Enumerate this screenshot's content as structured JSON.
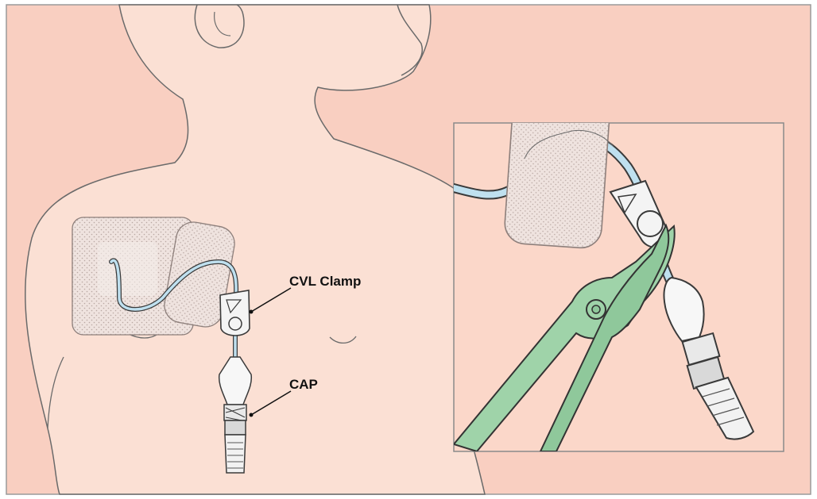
{
  "labels": {
    "clamp": "CVL Clamp",
    "cap": "CAP"
  },
  "colors": {
    "background": "#f9cfc1",
    "skin": "#fbe0d4",
    "outline": "#555555",
    "tube": "#bfe0ef",
    "tube_outline": "#3a3a3a",
    "dressing": "#efe3df",
    "clamp_tool": "#9fd3a9",
    "inset_background": "#fbd7c9"
  },
  "icons": {
    "dressing": "transparent-dressing",
    "clamp": "cvl-clamp",
    "cap": "needleless-cap",
    "tool": "hemostat-clamp"
  }
}
